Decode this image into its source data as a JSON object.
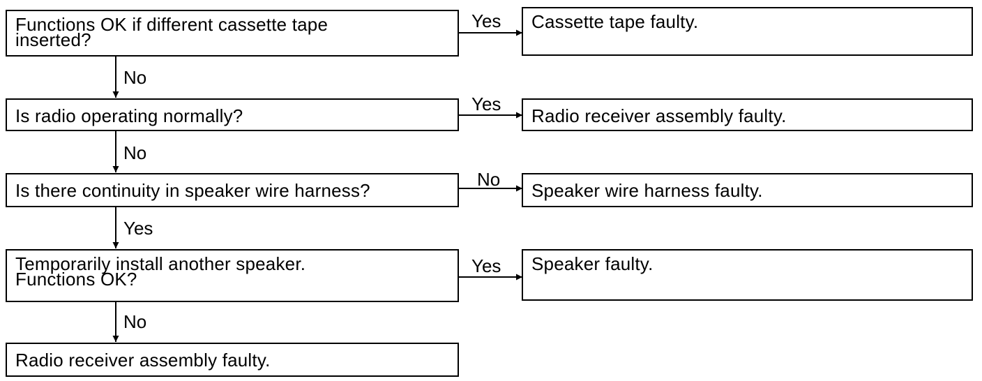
{
  "steps": [
    {
      "question": "Functions OK if different cassette tape\ninserted?",
      "branch_label": "Yes",
      "result": "Cassette tape faulty.",
      "next_label": "No"
    },
    {
      "question": "Is radio operating normally?",
      "branch_label": "Yes",
      "result": "Radio receiver assembly faulty.",
      "next_label": "No"
    },
    {
      "question": "Is there continuity in speaker wire harness?",
      "branch_label": "No",
      "result": "Speaker wire harness faulty.",
      "next_label": "Yes"
    },
    {
      "question": "Temporarily install another speaker.\nFunctions OK?",
      "branch_label": "Yes",
      "result": "Speaker faulty.",
      "next_label": "No"
    }
  ],
  "final_result": "Radio receiver assembly faulty."
}
